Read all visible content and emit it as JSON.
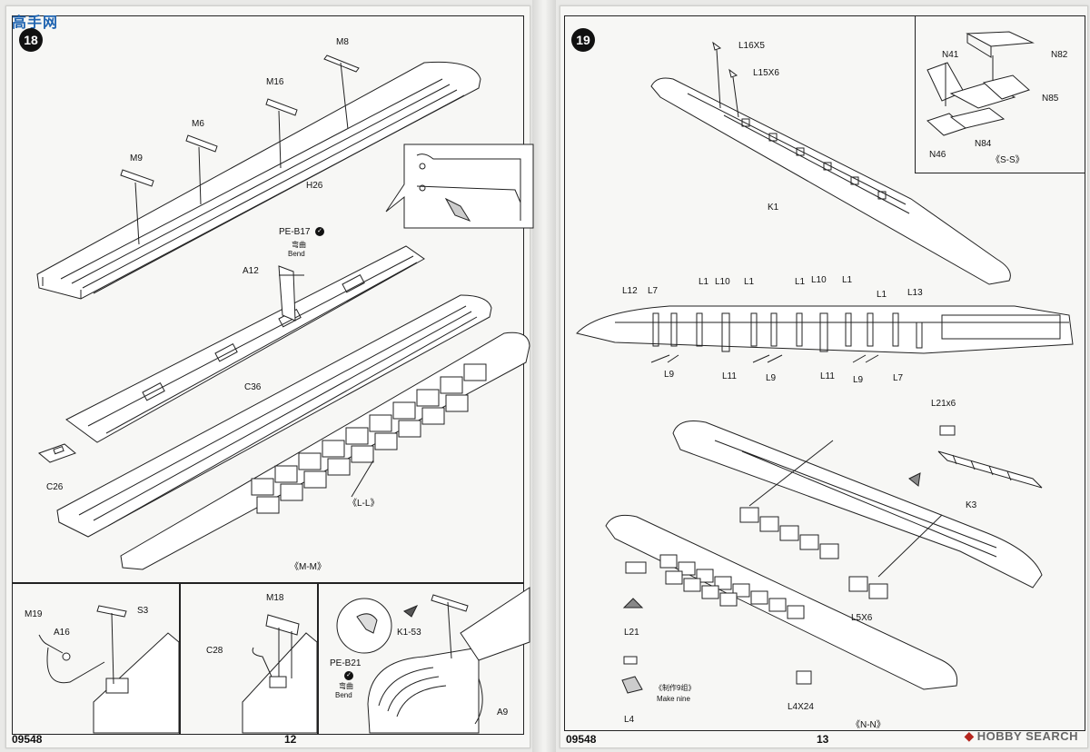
{
  "left_page": {
    "step_number": "18",
    "page_number": "12",
    "kit_code": "09548",
    "main_labels": {
      "m8": "M8",
      "m16": "M16",
      "m6": "M6",
      "m9": "M9",
      "h26": "H26",
      "pe_b17": "PE-B17",
      "bend_cn": "弯曲",
      "bend_en": "Bend",
      "a12": "A12",
      "c36": "C36",
      "c26": "C26",
      "ll_view": "《L-L》",
      "mm_view": "《M-M》"
    },
    "panel1": {
      "m19": "M19",
      "a16": "A16",
      "s3": "S3"
    },
    "panel2": {
      "m18": "M18",
      "c28": "C28"
    },
    "panel3": {
      "k1_53": "K1-53",
      "pe_b21": "PE-B21",
      "bend_cn": "弯曲",
      "bend_en": "Bend",
      "a9": "A9"
    }
  },
  "right_page": {
    "step_number": "19",
    "page_number": "13",
    "kit_code": "09548",
    "top_labels": {
      "l16x5": "L16X5",
      "l15x6": "L15X6",
      "k1": "K1"
    },
    "inset": {
      "n41": "N41",
      "n82": "N82",
      "n85": "N85",
      "n84": "N84",
      "n46": "N46",
      "ss_view": "《S-S》"
    },
    "side_top": [
      "L12",
      "L7",
      "L1",
      "L10",
      "L1",
      "L1",
      "L10",
      "L1",
      "L1",
      "L13"
    ],
    "side_bottom": [
      "L9",
      "L11",
      "L9",
      "L11",
      "L9",
      "L7"
    ],
    "lower": {
      "l21x6": "L21x6",
      "k3": "K3",
      "l5x6": "L5X6",
      "l21": "L21",
      "make_nine_cn": "《制作9组》",
      "make_nine_en": "Make nine",
      "l4": "L4",
      "l4x24": "L4X24",
      "nn_view": "《N-N》"
    }
  },
  "branding": {
    "top_logo_cn": "高手网",
    "bend_symbol": "✓",
    "watermark": "HOBBY SEARCH"
  }
}
